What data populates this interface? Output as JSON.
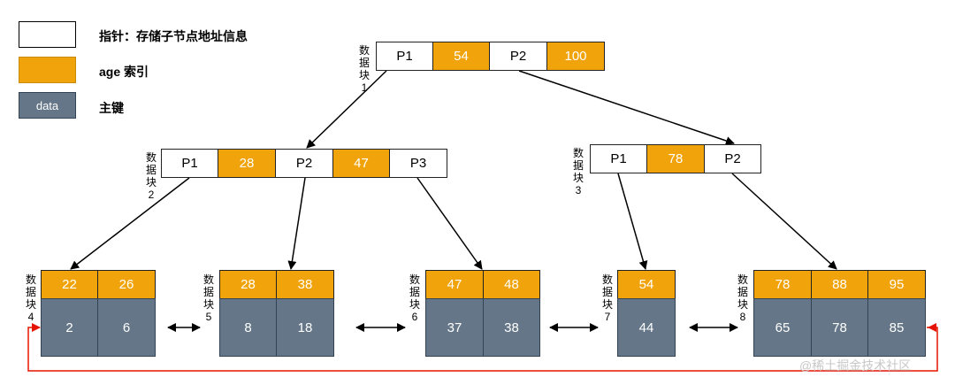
{
  "legend": {
    "pointer": {
      "box_text": "",
      "label": "指针：存储子节点地址信息",
      "color": "#ffffff"
    },
    "age_index": {
      "box_text": "",
      "label": "age 索引",
      "color": "#f0a30a"
    },
    "data": {
      "box_text": "data",
      "label": "主键",
      "color": "#647687"
    }
  },
  "blocks": {
    "b1": {
      "label": [
        "数",
        "据",
        "块",
        "1"
      ],
      "cells": [
        "P1",
        "54",
        "P2",
        "100"
      ]
    },
    "b2": {
      "label": [
        "数",
        "据",
        "块",
        "2"
      ],
      "cells": [
        "P1",
        "28",
        "P2",
        "47",
        "P3"
      ]
    },
    "b3": {
      "label": [
        "数",
        "据",
        "块",
        "3"
      ],
      "cells": [
        "P1",
        "78",
        "P2"
      ]
    },
    "b4": {
      "label": [
        "数",
        "据",
        "块",
        "4"
      ],
      "keys": [
        "22",
        "26"
      ],
      "data": [
        "2",
        "6"
      ]
    },
    "b5": {
      "label": [
        "数",
        "据",
        "块",
        "5"
      ],
      "keys": [
        "28",
        "38"
      ],
      "data": [
        "8",
        "18"
      ]
    },
    "b6": {
      "label": [
        "数",
        "据",
        "块",
        "6"
      ],
      "keys": [
        "47",
        "48"
      ],
      "data": [
        "37",
        "38"
      ]
    },
    "b7": {
      "label": [
        "数",
        "据",
        "块",
        "7"
      ],
      "keys": [
        "54"
      ],
      "data": [
        "44"
      ]
    },
    "b8": {
      "label": [
        "数",
        "据",
        "块",
        "8"
      ],
      "keys": [
        "78",
        "88",
        "95"
      ],
      "data": [
        "65",
        "78",
        "85"
      ]
    }
  },
  "colors": {
    "key": "#f0a30a",
    "data": "#647687",
    "link_arrow": "#e51400"
  },
  "watermark": "@稀土掘金技术社区"
}
